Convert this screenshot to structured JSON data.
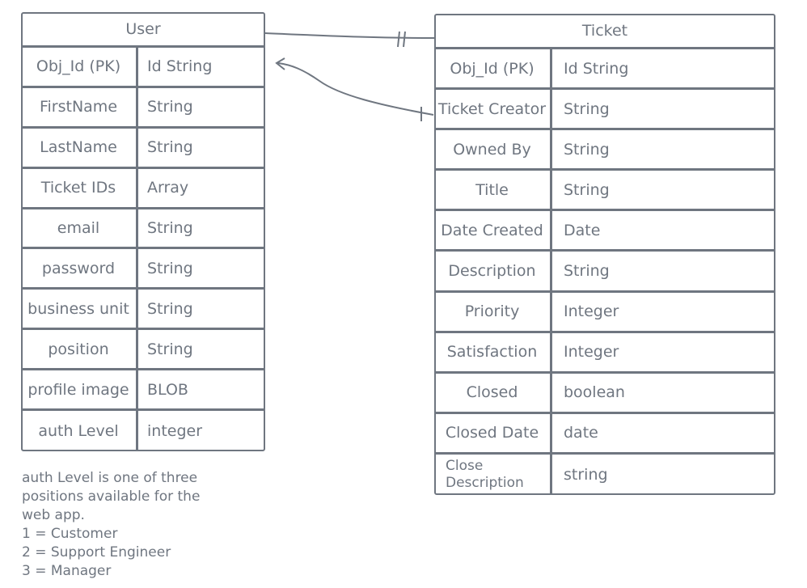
{
  "user_table": {
    "title": "User",
    "rows": [
      {
        "field": "Obj_Id (PK)",
        "type": "Id String"
      },
      {
        "field": "FirstName",
        "type": "String"
      },
      {
        "field": "LastName",
        "type": "String"
      },
      {
        "field": "Ticket IDs",
        "type": "Array"
      },
      {
        "field": "email",
        "type": "String"
      },
      {
        "field": "password",
        "type": "String"
      },
      {
        "field": "business unit",
        "type": "String"
      },
      {
        "field": "position",
        "type": "String"
      },
      {
        "field": "profile image",
        "type": "BLOB"
      },
      {
        "field": "auth Level",
        "type": "integer"
      }
    ]
  },
  "ticket_table": {
    "title": "Ticket",
    "rows": [
      {
        "field": "Obj_Id (PK)",
        "type": "Id String"
      },
      {
        "field": "Ticket Creator",
        "type": "String"
      },
      {
        "field": "Owned By",
        "type": "String"
      },
      {
        "field": "Title",
        "type": "String"
      },
      {
        "field": "Date Created",
        "type": "Date"
      },
      {
        "field": "Description",
        "type": "String"
      },
      {
        "field": "Priority",
        "type": "Integer"
      },
      {
        "field": "Satisfaction",
        "type": "Integer"
      },
      {
        "field": "Closed",
        "type": "boolean"
      },
      {
        "field": "Closed Date",
        "type": "date"
      },
      {
        "field": "Close\nDescription",
        "type": "string"
      }
    ]
  },
  "note": {
    "lines": [
      "auth Level is one of three",
      "positions available for the",
      "web app.",
      "1 = Customer",
      "2 = Support Engineer",
      "3 = Manager"
    ]
  },
  "colors": {
    "stroke": "#6f7680",
    "background": "#ffffff"
  }
}
